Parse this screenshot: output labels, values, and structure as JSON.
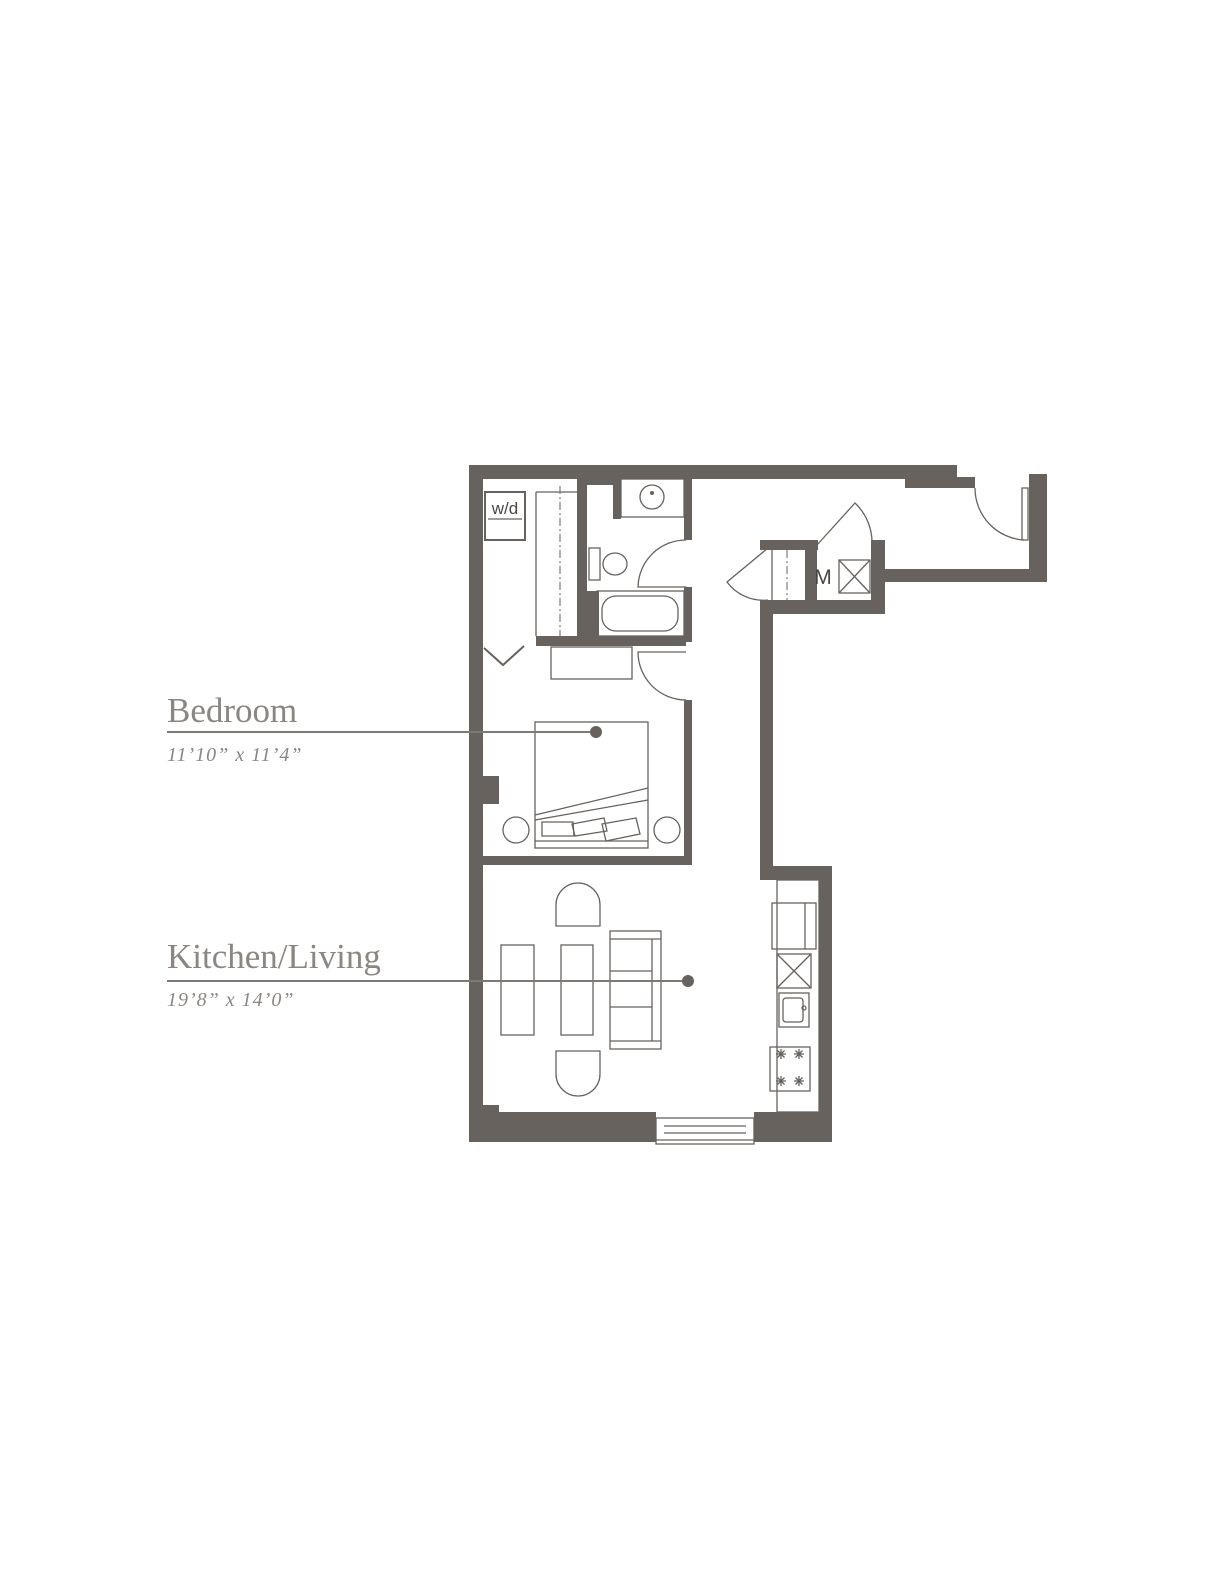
{
  "rooms": {
    "bedroom": {
      "name": "Bedroom",
      "dimensions": "11’10” x 11’4”"
    },
    "kitchen_living": {
      "name": "Kitchen/Living",
      "dimensions": "19’8” x 14’0”"
    }
  },
  "fixtures": {
    "washer_dryer": "w/d",
    "mechanical": "M"
  },
  "colors": {
    "wall": "#67625d",
    "label_text": "#8b8682",
    "background": "#ffffff"
  }
}
